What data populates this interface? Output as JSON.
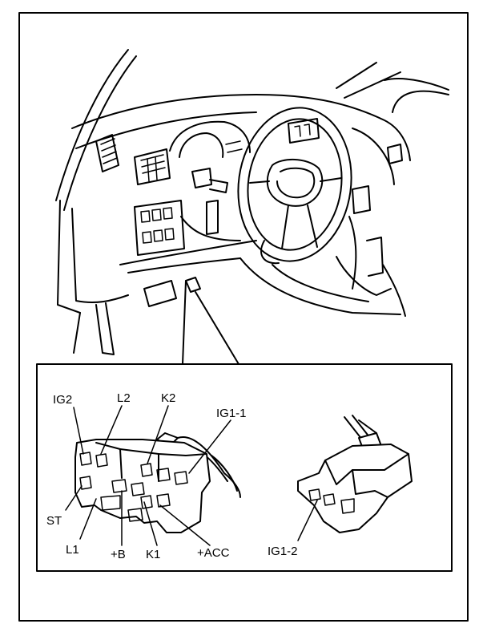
{
  "figure": {
    "detail_labels": {
      "ig2": "IG2",
      "l2": "L2",
      "k2": "K2",
      "ig1_1": "IG1-1",
      "st": "ST",
      "l1": "L1",
      "plus_b": "+B",
      "k1": "K1",
      "plus_acc": "+ACC",
      "ig1_2": "IG1-2"
    }
  }
}
